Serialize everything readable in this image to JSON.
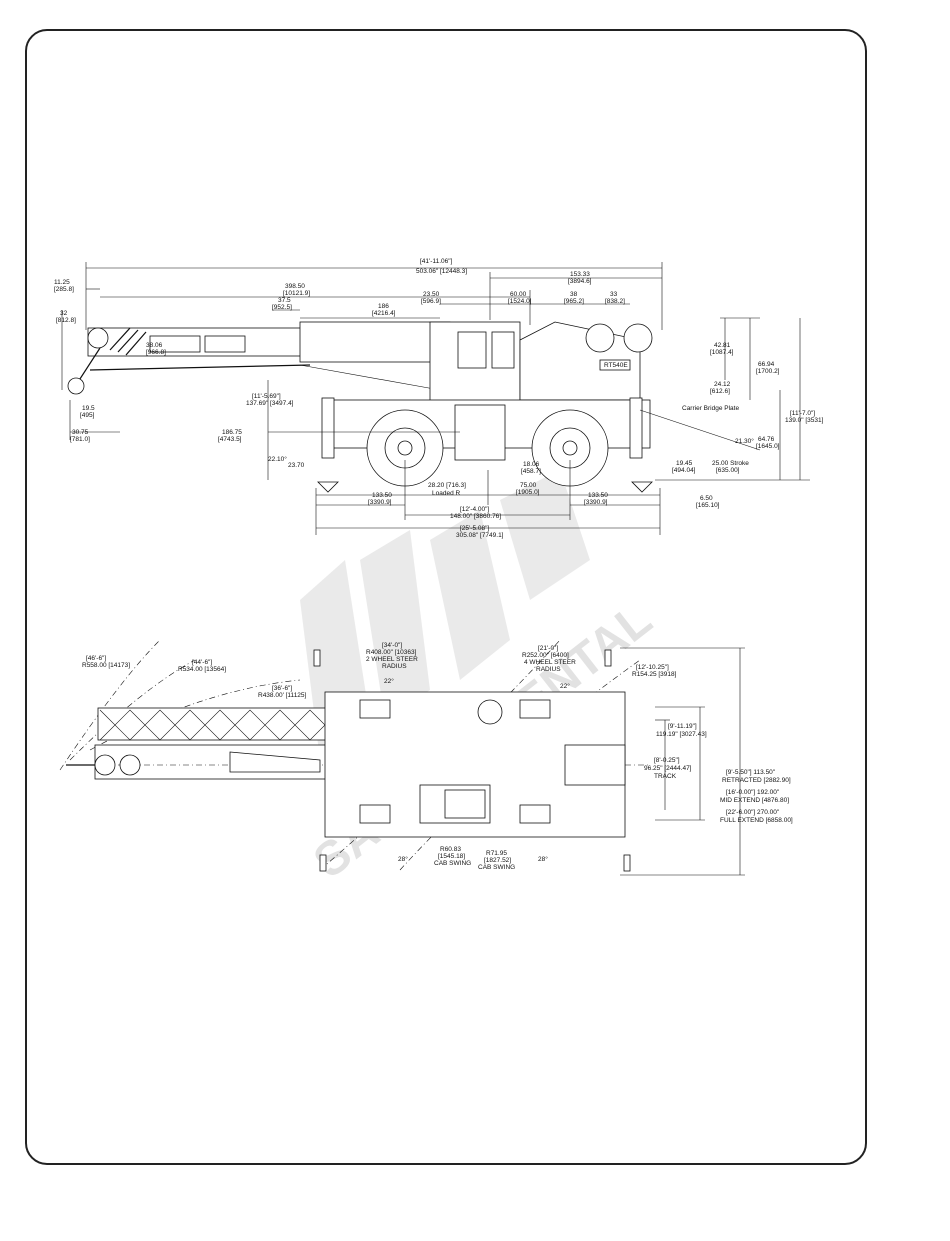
{
  "side_view": {
    "model_label": "RT540E",
    "dims": {
      "overall_len_ft": "[41'-11.06\"]",
      "overall_len": "503.06\" [12448.3]",
      "d153_33": "153.33",
      "d3894_6": "[3894.6]",
      "d11_25": "11.25",
      "d285_8": "[285.8]",
      "d398_50": "398.50",
      "d10121_9": "[10121.9]",
      "d23_50": "23.50",
      "d596_9": "[596.9]",
      "d60_00": "60.00",
      "d1524_0": "[1524.0]",
      "d38": "38",
      "d965_2": "[965.2]",
      "d33": "33",
      "d838_2": "[838.2]",
      "d37_5": "37.5",
      "d952_5": "[952.5]",
      "d186": "186",
      "d4216_4": "[4216.4]",
      "d32": "32",
      "d812_8": "[812.8]",
      "d38_06": "38.06",
      "d966_8": "[966.8]",
      "d42_81": "42.81",
      "d1087_4": "[1087.4]",
      "d66_94": "66.94",
      "d1700_2": "[1700.2]",
      "d24_12": "24.12",
      "d612_6": "[612.6]",
      "d11_5_69": "[11'-5.69\"]",
      "d137_69": "137.69\" [3497.4]",
      "carrier_bridge": "Carrier Bridge Plate",
      "d11_7_0": "[11'-7.0\"]",
      "d139_0": "139.0\" [3531]",
      "d19_5": "19.5",
      "d495": "[495]",
      "d30_75": "30.75",
      "d781_0": "[781.0]",
      "d186_75": "186.75",
      "d4743_5": "[4743.5]",
      "d21_30": "21.30°",
      "d64_76": "64.76",
      "d1645_0": "[1645.0]",
      "d22_10": "22.10°",
      "d23_70": "23.70",
      "d18_06": "18.06",
      "d458_7": "[458.7]",
      "d19_45": "19.45",
      "d494_04": "[494.04]",
      "d25_stroke": "25.00 Stroke",
      "d635_00": "[635.00]",
      "d28_20": "28.20 [716.3]",
      "loaded_r": "Loaded R",
      "d75_00": "75.00",
      "d1905_0": "[1905.0]",
      "d133_50a": "133.50",
      "d3390_9a": "[3390.9]",
      "d133_50b": "133.50",
      "d3390_9b": "[3390.9]",
      "d6_50": "6.50",
      "d165_10": "[165.10]",
      "d12_4_00": "[12'-4.00\"]",
      "d148_00": "148.00\" [3860.76]",
      "d25_5_08": "[25'-5.08\"]",
      "d305_08": "305.08\" [7749.1]"
    }
  },
  "top_view": {
    "dims": {
      "r46_6": "[46'-6\"]",
      "r558": "R558.00 [14173]",
      "r44_6": "[44'-6\"]",
      "r534": "R534.00 [13564]",
      "r34_0": "[34'-0\"]",
      "r408": "R408.00\" [10363]",
      "two_wheel": "2 WHEEL STEER",
      "radius1": "RADIUS",
      "r21_0": "[21'-0\"]",
      "r252": "R252.00\" [6400]",
      "four_wheel": "4 WHEEL STEER",
      "radius2": "RADIUS",
      "r12_10": "[12'-10.25\"]",
      "r154": "R154.25 [3918]",
      "r36_6": "[36'-6\"]",
      "r438": "R438.00' [11125]",
      "a22a": "22°",
      "a22b": "22°",
      "w9_11": "[9'-11.19\"]",
      "w119": "119.19\" [3027.43]",
      "t8_0": "[8'-0.25\"]",
      "t96": "96.25\" [2444.47]",
      "track": "TRACK",
      "o9_5": "[9'-5.50\"]  113.50\"",
      "retracted": "RETRACTED [2882.90]",
      "o16_0": "[16'-0.00\"] 192.00\"",
      "mid": "MID EXTEND [4876.80]",
      "o22_6": "[22'-6.00\"] 270.00\"",
      "full": "FULL EXTEND [6858.00]",
      "r60": "R60.83",
      "r60mm": "[1545.18]",
      "cabswing1": "CAB SWING",
      "r71": "R71.95",
      "r71mm": "[1827.52]",
      "cabswing2": "CAB SWING",
      "a28a": "28°",
      "a28b": "28°"
    }
  },
  "watermark": "SALES & RENTAL"
}
